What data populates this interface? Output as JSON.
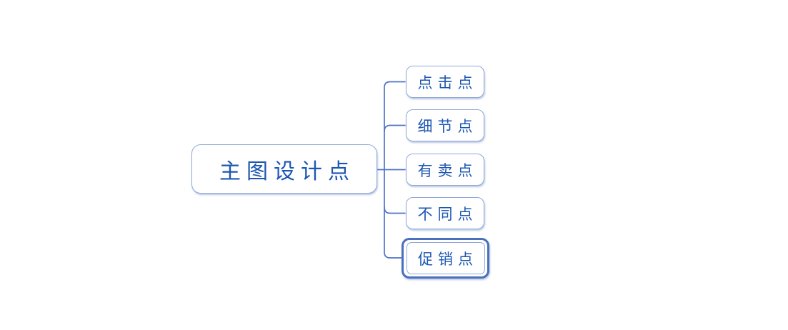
{
  "mindmap": {
    "root": {
      "label": "主图设计点"
    },
    "branches": [
      {
        "label": "点击点",
        "selected": false
      },
      {
        "label": "细节点",
        "selected": false
      },
      {
        "label": "有卖点",
        "selected": false
      },
      {
        "label": "不同点",
        "selected": false
      },
      {
        "label": "促销点",
        "selected": true
      }
    ]
  },
  "theme": {
    "canvas_background": "#ffffff",
    "node_background": "#ffffff",
    "node_border_color": "#91a9da",
    "connector_color": "#4f74c6",
    "text_color": "#1c57b2",
    "selection_border_color": "#4a6fbe"
  }
}
